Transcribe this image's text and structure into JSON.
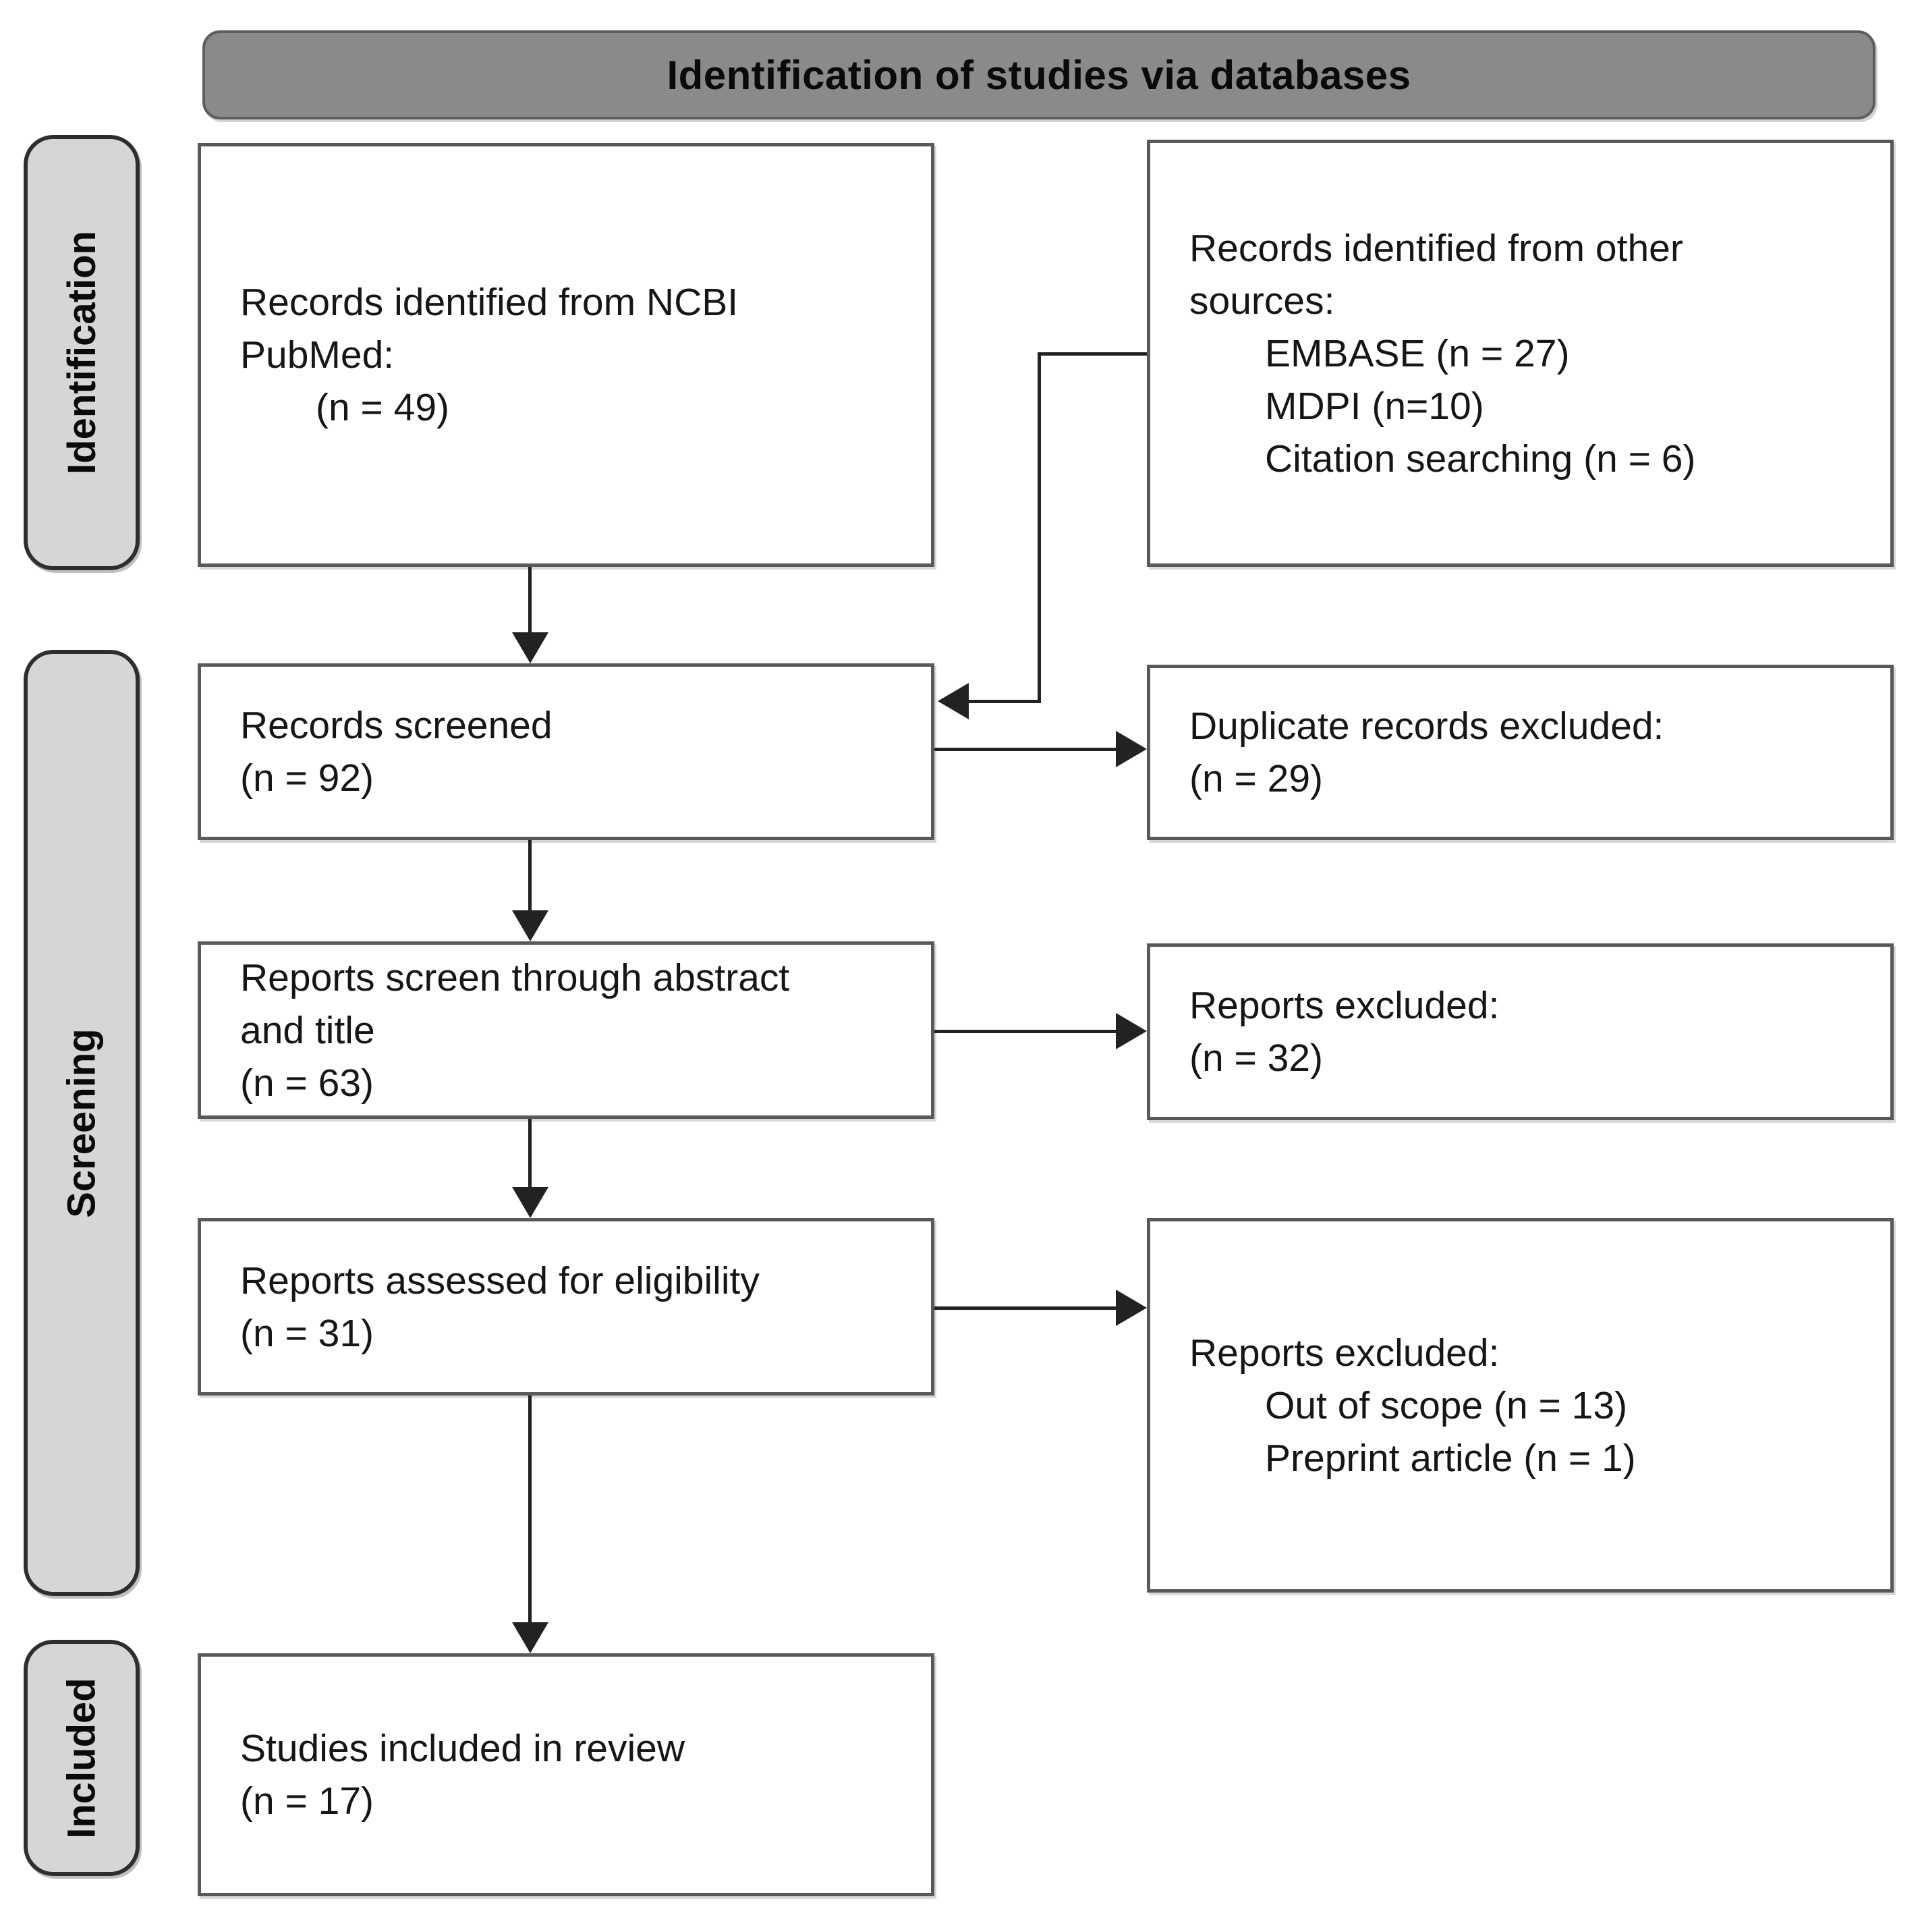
{
  "banner": {
    "title": "Identification of studies via databases"
  },
  "sidebar": {
    "identification": {
      "label": "Identification"
    },
    "screening": {
      "label": "Screening"
    },
    "included": {
      "label": "Included"
    }
  },
  "boxes": {
    "records_pubmed": {
      "lines": [
        "Records identified from NCBI",
        "PubMed:"
      ],
      "items": [
        "(n = 49)"
      ]
    },
    "records_other_sources": {
      "lines": [
        "Records identified from other",
        "sources:"
      ],
      "items": [
        "EMBASE (n = 27)",
        "MDPI (n=10)",
        "Citation searching (n = 6)"
      ]
    },
    "records_screened": {
      "lines": [
        "Records screened",
        "(n = 92)"
      ]
    },
    "duplicate_records_excluded": {
      "lines": [
        "Duplicate records excluded:",
        "(n = 29)"
      ]
    },
    "reports_screened_abstract_title": {
      "lines": [
        "Reports screen through abstract",
        "and title",
        "(n = 63)"
      ]
    },
    "reports_excluded": {
      "lines": [
        "Reports excluded:",
        "(n = 32)"
      ]
    },
    "reports_assessed_eligibility": {
      "lines": [
        "Reports assessed for eligibility",
        "(n = 31)"
      ]
    },
    "reports_excluded_eligibility": {
      "lines": [
        "Reports excluded:"
      ],
      "items": [
        "Out of scope (n = 13)",
        "Preprint article (n = 1)"
      ]
    },
    "studies_included": {
      "lines": [
        "Studies included in review",
        "(n = 17)"
      ]
    }
  },
  "colors": {
    "banner_bg": "#8a8a8a",
    "banner_border": "#5e5e5e",
    "tab_bg": "#d6d6d6",
    "tab_border": "#2e2e2e",
    "box_border": "#595959",
    "flow_line": "#222222",
    "text": "#111111"
  }
}
